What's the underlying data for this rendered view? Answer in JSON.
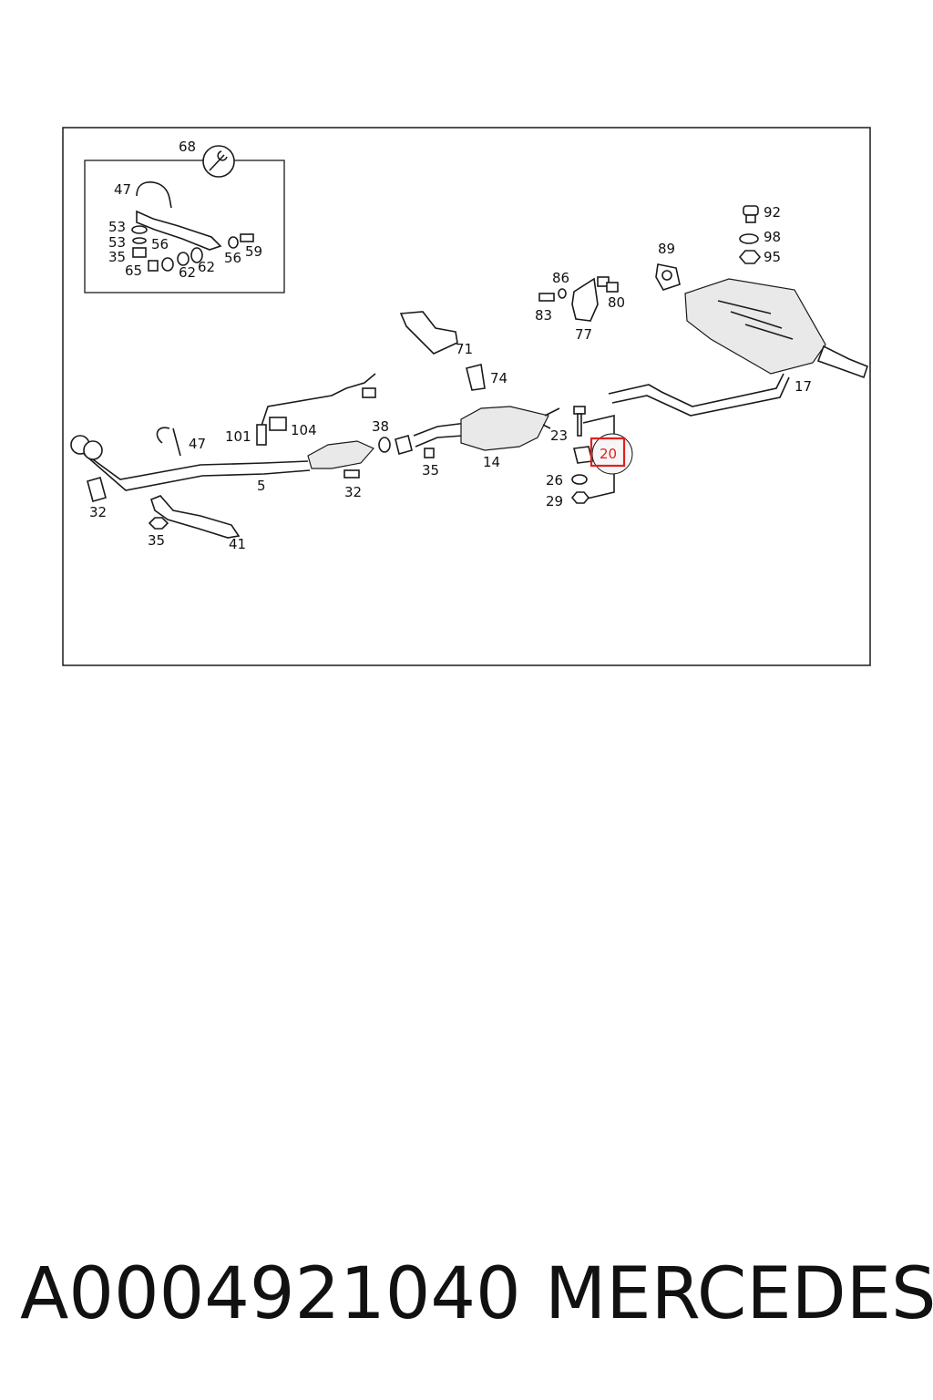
{
  "labels": {
    "l68": "68",
    "l47a": "47",
    "l53a": "53",
    "l53b": "53",
    "l56a": "56",
    "l35a": "35",
    "l65": "65",
    "l62a": "62",
    "l62b": "62",
    "l56b": "56",
    "l59": "59",
    "l92": "92",
    "l98": "98",
    "l95": "95",
    "l89": "89",
    "l86": "86",
    "l80": "80",
    "l83": "83",
    "l77": "77",
    "l71": "71",
    "l74": "74",
    "l17": "17",
    "l101": "101",
    "l104": "104",
    "l47b": "47",
    "l38": "38",
    "l23": "23",
    "l20": "20",
    "l5": "5",
    "l32a": "32",
    "l35b": "35",
    "l14": "14",
    "l26": "26",
    "l29": "29",
    "l32b": "32",
    "l35c": "35",
    "l41": "41"
  },
  "highlight_color": "#e0201e",
  "footer": {
    "part_number": "A0004921040",
    "brand": "MERCEDES"
  }
}
